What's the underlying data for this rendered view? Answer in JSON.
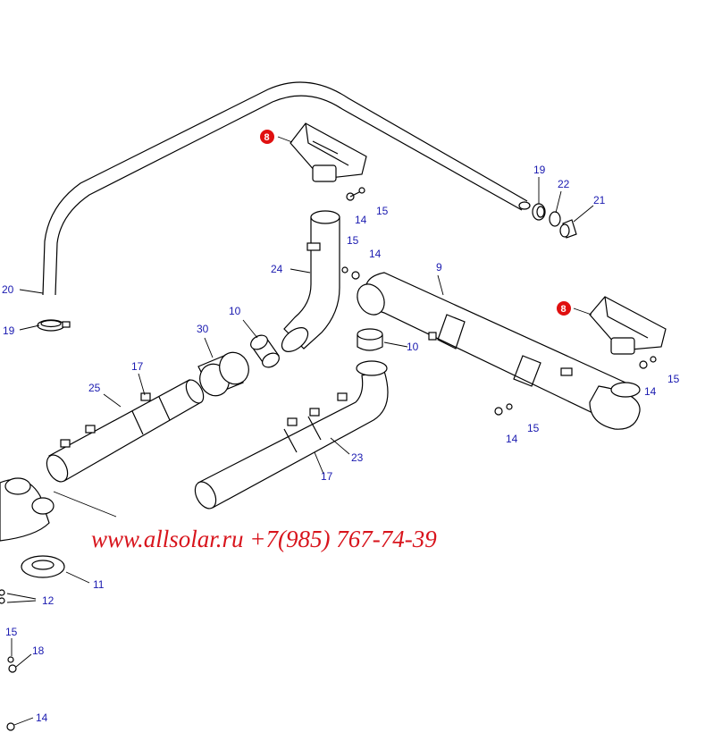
{
  "colors": {
    "label": "#1a1ab0",
    "badge": "#e01010",
    "watermark": "#d8141c",
    "line": "#000000"
  },
  "labels": {
    "p20": "20",
    "p19a": "19",
    "p19b": "19",
    "p22": "22",
    "p21": "21",
    "p8a": "8",
    "p8b": "8",
    "p14a": "14",
    "p15a": "15",
    "p15b": "15",
    "p14b": "14",
    "p24": "24",
    "p9": "9",
    "p10a": "10",
    "p10b": "10",
    "p30": "30",
    "p17a": "17",
    "p25": "25",
    "p23": "23",
    "p17b": "17",
    "p14c": "14",
    "p15c": "15",
    "p15d": "15",
    "p14d": "14",
    "p11": "11",
    "p12": "12",
    "p15e": "15",
    "p18": "18",
    "p14e": "14"
  },
  "watermark": "www.allsolar.ru +7(985) 767-74-39"
}
